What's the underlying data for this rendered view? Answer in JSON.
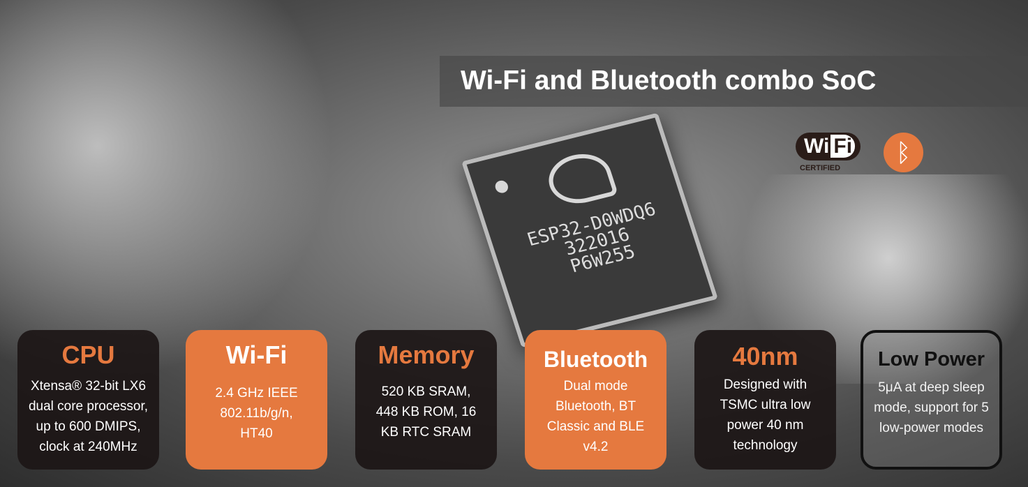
{
  "title": "Wi-Fi and Bluetooth combo SoC",
  "chip": {
    "line1": "ESP32-D0WDQ6",
    "line2": "322016",
    "line3": "P6W255"
  },
  "badges": {
    "wifi_a": "Wi",
    "wifi_b": "Fi",
    "wifi_certified": "CERTIFIED",
    "bluetooth_icon": "bluetooth-icon"
  },
  "colors": {
    "accent": "#e5793f",
    "dark": "#1c1616"
  },
  "cards": [
    {
      "title": "CPU",
      "text": "Xtensa® 32-bit LX6 dual core processor, up to 600 DMIPS, clock at 240MHz"
    },
    {
      "title": "Wi-Fi",
      "text": "2.4 GHz IEEE 802.11b/g/n, HT40"
    },
    {
      "title": "Memory",
      "text": "520 KB SRAM, 448 KB ROM, 16 KB RTC SRAM"
    },
    {
      "title": "Bluetooth",
      "text": "Dual mode Bluetooth, BT Classic and BLE v4.2"
    },
    {
      "title": "40nm",
      "text": "Designed with TSMC ultra low power 40 nm technology"
    },
    {
      "title": "Low Power",
      "text": "5μA at deep sleep mode, support for 5 low-power modes"
    }
  ]
}
